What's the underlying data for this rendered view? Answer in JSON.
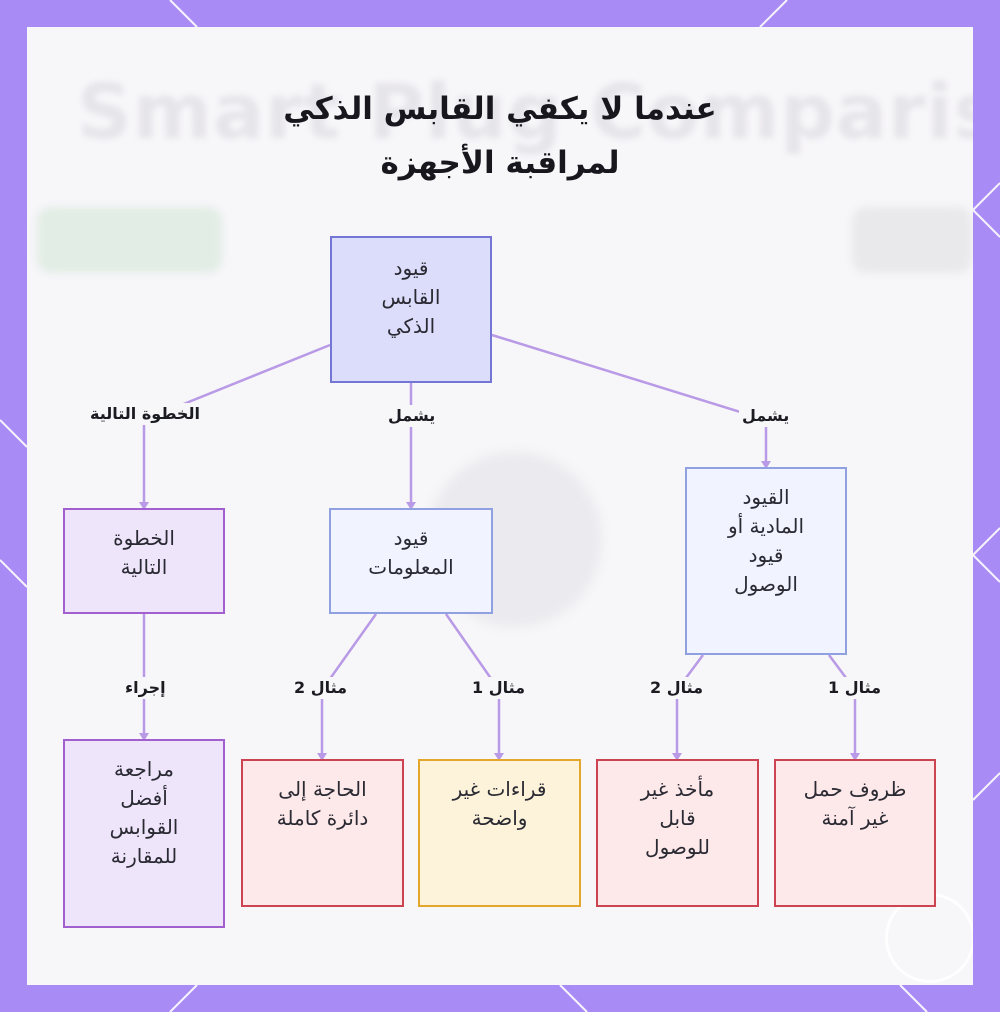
{
  "background": {
    "watermark_text": "Smart Plug Comparison"
  },
  "title": {
    "line1": "عندما لا يكفي القابس الذكي",
    "line2": "لمراقبة الأجهزة"
  },
  "colors": {
    "frame": "#a98bf5",
    "root_fill": "#dcdcfb",
    "root_border": "#7476d6",
    "blue_fill": "#f1f3ff",
    "blue_border": "#8fa1e0",
    "purple_fill": "#efe5fb",
    "purple_border": "#a25fd0",
    "red_fill": "#fde8ea",
    "red_border": "#cc4452",
    "yellow_fill": "#fdf3da",
    "yellow_border": "#e2a72b",
    "edge": "#b89ae6"
  },
  "nodes": {
    "root": "قيود القابس الذكي",
    "next_step": "الخطوة التالية",
    "info_limits": "قيود المعلومات",
    "physical_limits": "القيود المادية أو قيود الوصول",
    "review_plugs": "مراجعة أفضل القوابس للمقارنة",
    "needs_full_circuit": "الحاجة إلى دائرة كاملة",
    "unclear_readings": "قراءات غير واضحة",
    "inaccessible_outlet": "مأخذ غير قابل للوصول",
    "unsafe_load": "ظروف حمل غير آمنة"
  },
  "edge_labels": {
    "next_step": "الخطوة التالية",
    "includes_info": "يشمل",
    "includes_physical": "يشمل",
    "action": "إجراء",
    "example2_info": "مثال 2",
    "example1_info": "مثال 1",
    "example2_physical": "مثال 2",
    "example1_physical": "مثال 1"
  }
}
